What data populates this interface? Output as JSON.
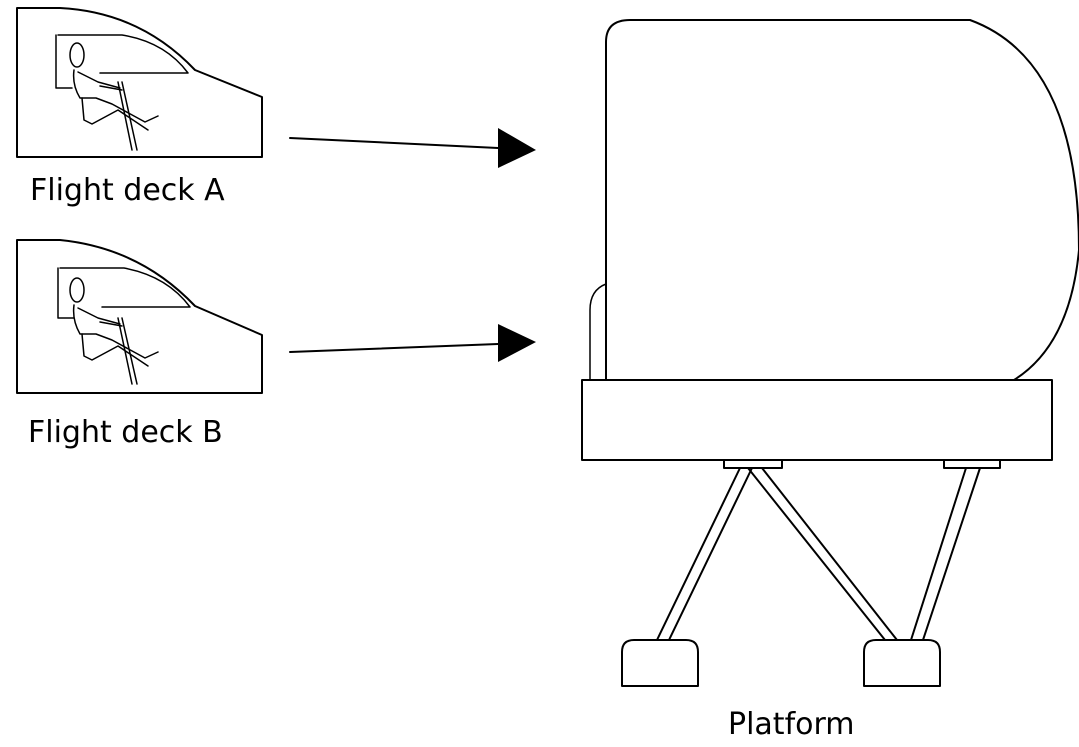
{
  "labels": {
    "flight_deck_a": "Flight deck A",
    "flight_deck_b": "Flight deck B",
    "platform": "Platform"
  },
  "colors": {
    "line": "#000000",
    "background": "#ffffff"
  }
}
